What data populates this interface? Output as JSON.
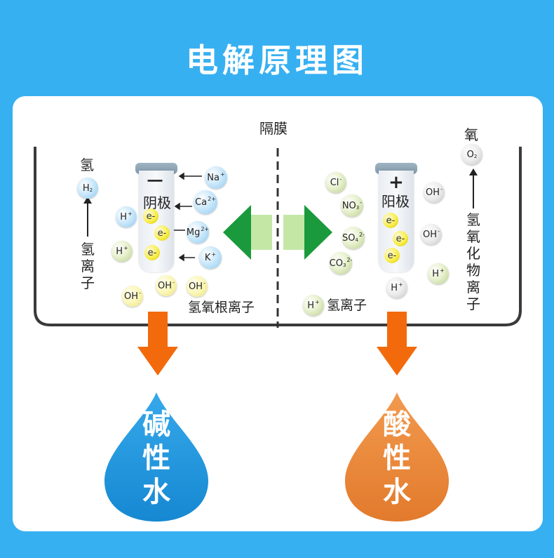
{
  "title": "电解原理图",
  "membrane": "隔膜",
  "cathode": {
    "sign": "一",
    "label": "阴极"
  },
  "anode": {
    "sign": "+",
    "label": "阳极"
  },
  "labels": {
    "hydrogen": "氢",
    "hydrogen_ion_vertical": "氢离子",
    "hydroxide_ion": "氢氧根离子",
    "oxygen": "氧",
    "hydroxide_vertical": "氢氧化物离子",
    "hydrogen_ion": "氢离子"
  },
  "ions": {
    "h2": "H",
    "h2_sub": "2",
    "o2": "O",
    "o2_sub": "2",
    "na": "Na",
    "na_sup": "+",
    "ca": "Ca",
    "ca_sup": "2+",
    "mg": "Mg",
    "mg_sup": "2+",
    "k": "K",
    "k_sup": "+",
    "h": "H",
    "h_sup": "+",
    "oh": "OH",
    "oh_sup": "-",
    "cl": "Cl",
    "cl_sup": "-",
    "no3": "NO",
    "no3_sub": "3",
    "no3_sup": "-",
    "so4": "SO",
    "so4_sub": "4",
    "so4_sup": "2-",
    "co3": "CO",
    "co3_sub": "3",
    "co3_sup": "2-",
    "e": "e",
    "e_sup": "-"
  },
  "drops": {
    "left": "碱性水",
    "right": "酸性水",
    "left_color": "#2b9de0",
    "right_color": "#ee8a3c"
  },
  "colors": {
    "background": "#37b0f1",
    "arrow_green": "#1a9a3c",
    "arrow_orange": "#f26a0c"
  }
}
